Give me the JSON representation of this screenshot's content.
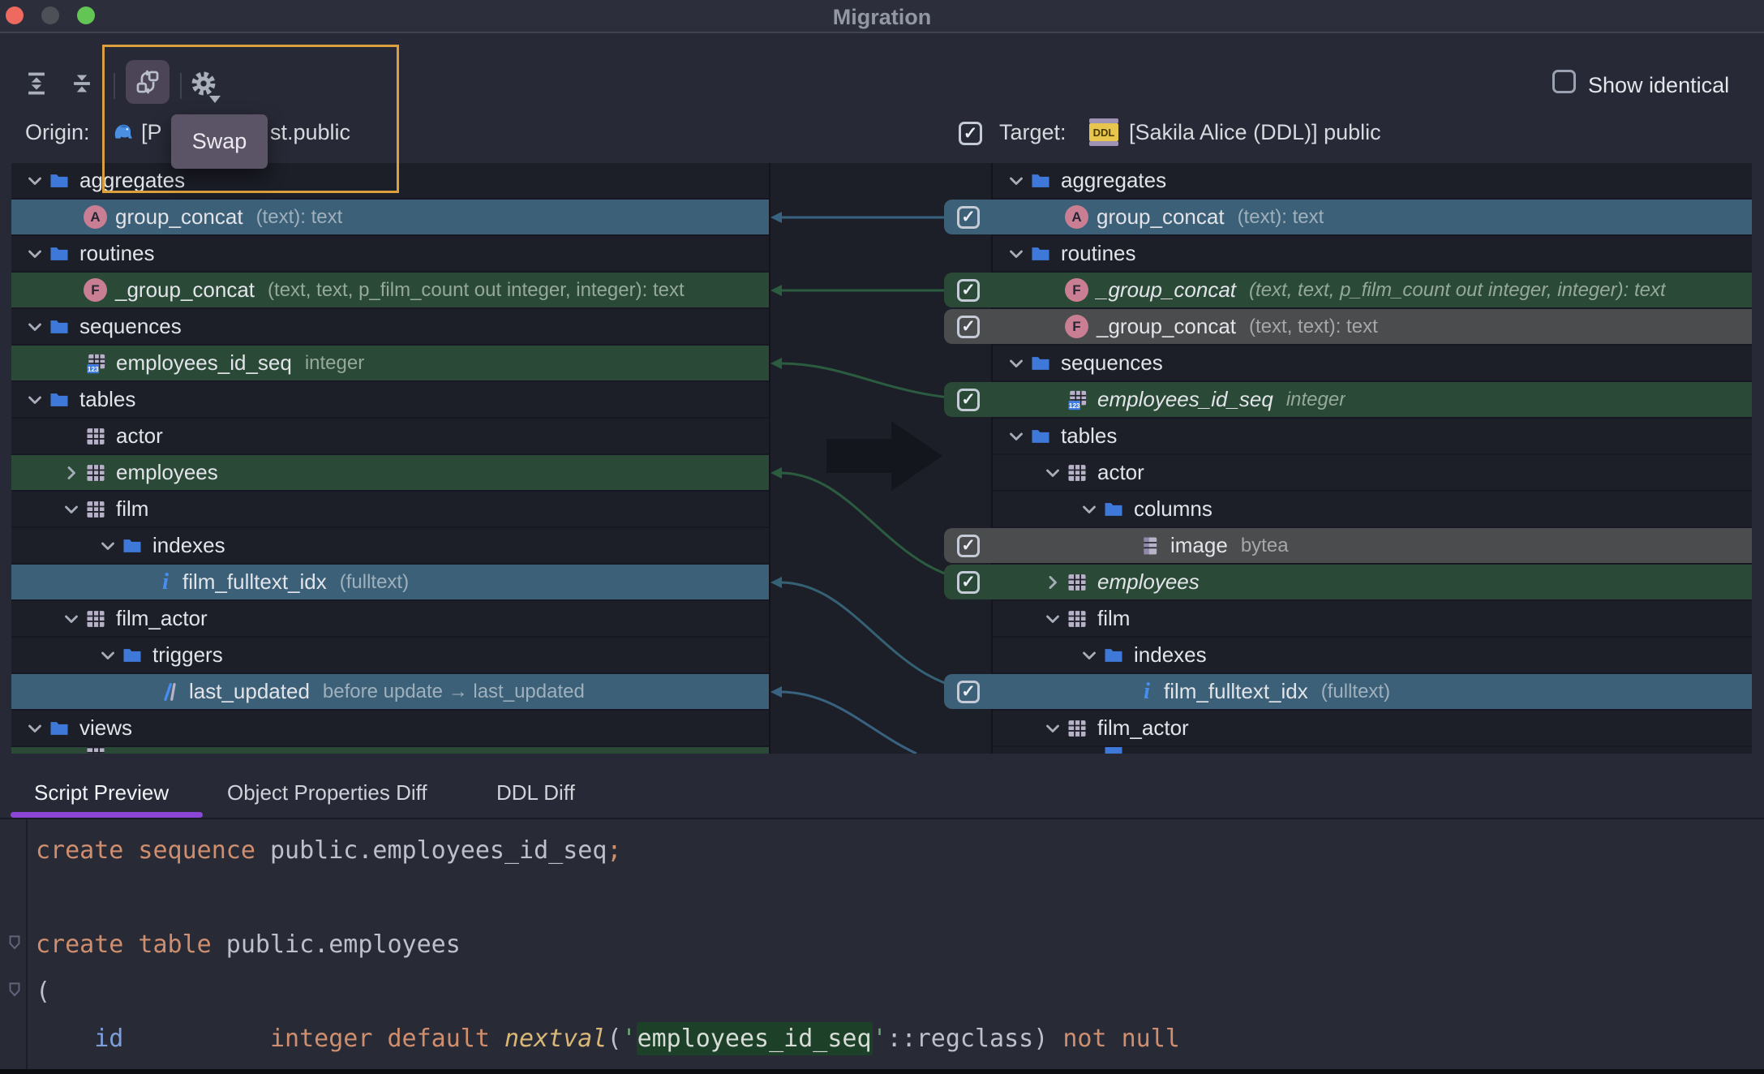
{
  "window": {
    "title": "Migration"
  },
  "toolbar": {
    "tooltip": "Swap",
    "show_identical_label": "Show identical"
  },
  "origin": {
    "label": "Origin:",
    "text_left": "[P",
    "text_right": "st.public"
  },
  "target": {
    "label": "Target:",
    "badge": "DDL",
    "value": "[Sakila Alice (DDL)] public"
  },
  "icons": {
    "aggregate_letter": "A",
    "function_letter": "F",
    "index_letter": "i"
  },
  "left_tree": {
    "rows": [
      {
        "label": "aggregates"
      },
      {
        "label": "group_concat",
        "hint": "(text): text"
      },
      {
        "label": "routines"
      },
      {
        "label": "_group_concat",
        "hint": "(text, text, p_film_count out integer, integer): text"
      },
      {
        "label": "sequences"
      },
      {
        "label": "employees_id_seq",
        "hint": "integer"
      },
      {
        "label": "tables"
      },
      {
        "label": "actor"
      },
      {
        "label": "employees"
      },
      {
        "label": "film"
      },
      {
        "label": "indexes"
      },
      {
        "label": "film_fulltext_idx",
        "hint": "(fulltext)"
      },
      {
        "label": "film_actor"
      },
      {
        "label": "triggers"
      },
      {
        "label": "last_updated",
        "hint": "before update → last_updated"
      },
      {
        "label": "views"
      }
    ]
  },
  "right_tree": {
    "rows": [
      {
        "label": "aggregates"
      },
      {
        "label": "group_concat",
        "hint": "(text): text"
      },
      {
        "label": "routines"
      },
      {
        "label": "_group_concat",
        "hint": "(text, text, p_film_count out integer, integer): text"
      },
      {
        "label": "_group_concat",
        "hint": "(text, text): text"
      },
      {
        "label": "sequences"
      },
      {
        "label": "employees_id_seq",
        "hint": "integer"
      },
      {
        "label": "tables"
      },
      {
        "label": "actor"
      },
      {
        "label": "columns"
      },
      {
        "label": "image",
        "hint": "bytea"
      },
      {
        "label": "employees"
      },
      {
        "label": "film"
      },
      {
        "label": "indexes"
      },
      {
        "label": "film_fulltext_idx",
        "hint": "(fulltext)"
      },
      {
        "label": "film_actor"
      }
    ]
  },
  "tabs": [
    {
      "label": "Script Preview"
    },
    {
      "label": "Object Properties Diff"
    },
    {
      "label": "DDL Diff"
    }
  ],
  "code": {
    "l1": {
      "t1": "create sequence",
      "t2": " public.employees_id_seq",
      "t3": ";"
    },
    "l2": {
      "t1": "create table",
      "t2": " public.employees"
    },
    "l3": {
      "t1": "("
    },
    "l4": {
      "a": "    ",
      "b": "id",
      "c": "          ",
      "d": "integer",
      "e": " ",
      "f": "default",
      "g": " ",
      "h": "nextval",
      "i": "(",
      "j": "'",
      "k": "employees_id_seq",
      "l": "'",
      "m": "::regclass)",
      "n": " ",
      "o": "not null"
    }
  },
  "colors": {
    "row_new_green": "#2a4a37",
    "row_changed_blue": "#3c6078",
    "row_removed_gray": "#4a4c4d",
    "highlight_orange": "#dd9f3c",
    "tab_underline_purple": "#8b46d8",
    "traffic_red": "#ee6a5f",
    "traffic_gray": "#4e5058",
    "traffic_green": "#62c554",
    "keyword_orange": "#cf8e6d",
    "string_green": "#6aab73",
    "code_highlight_bg": "#1d4029"
  }
}
